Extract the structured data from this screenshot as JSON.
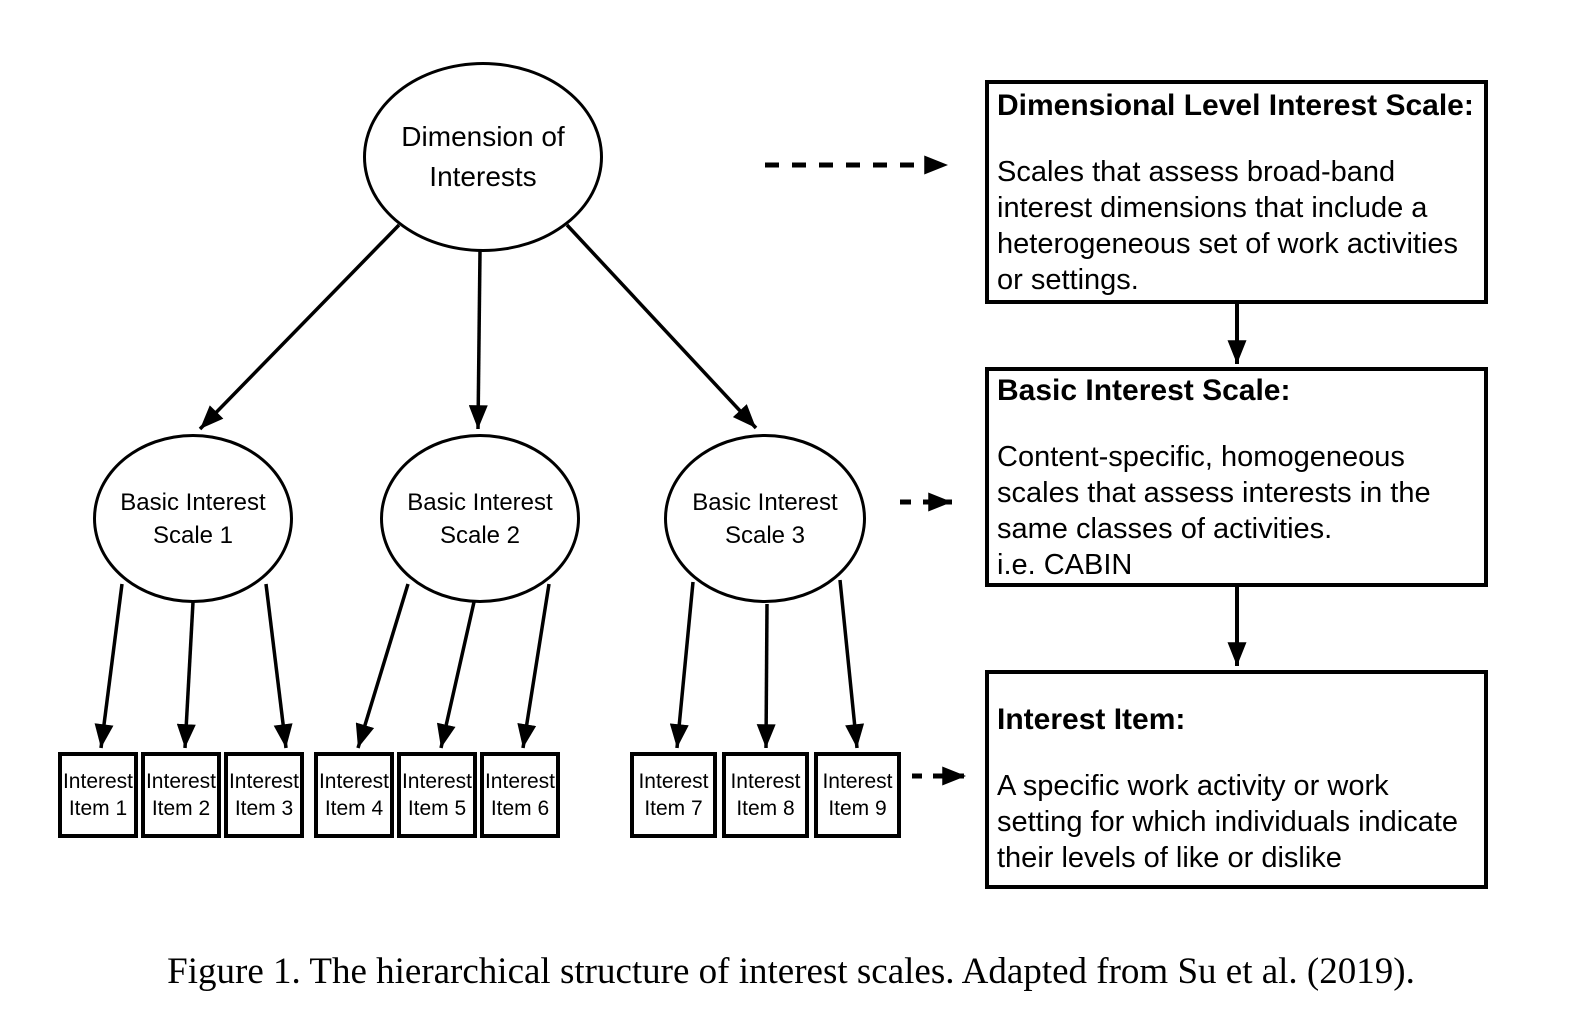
{
  "diagram": {
    "root": {
      "label": "Dimension of\nInterests"
    },
    "basic_scales": [
      {
        "label": "Basic Interest\nScale 1"
      },
      {
        "label": "Basic Interest\nScale 2"
      },
      {
        "label": "Basic Interest\nScale 3"
      }
    ],
    "items": [
      {
        "label": "Interest\nItem 1"
      },
      {
        "label": "Interest\nItem 2"
      },
      {
        "label": "Interest\nItem 3"
      },
      {
        "label": "Interest\nItem 4"
      },
      {
        "label": "Interest\nItem 5"
      },
      {
        "label": "Interest\nItem 6"
      },
      {
        "label": "Interest\nItem 7"
      },
      {
        "label": "Interest\nItem 8"
      },
      {
        "label": "Interest\nItem 9"
      }
    ],
    "definitions": [
      {
        "title": "Dimensional Level Interest Scale:",
        "body": "Scales that assess broad-band\ninterest dimensions that include a\nheterogeneous set of work activities\nor settings."
      },
      {
        "title": "Basic Interest Scale:",
        "body": "Content-specific, homogeneous\nscales that assess interests in the\nsame classes of activities.\ni.e. CABIN"
      },
      {
        "title": "Interest Item:",
        "body": "A specific work activity or work\nsetting for which individuals indicate\ntheir levels of like or dislike"
      }
    ],
    "caption": "Figure 1. The hierarchical structure of interest scales. Adapted from Su et al. (2019).",
    "colors": {
      "stroke": "#000000",
      "background": "#ffffff"
    }
  }
}
